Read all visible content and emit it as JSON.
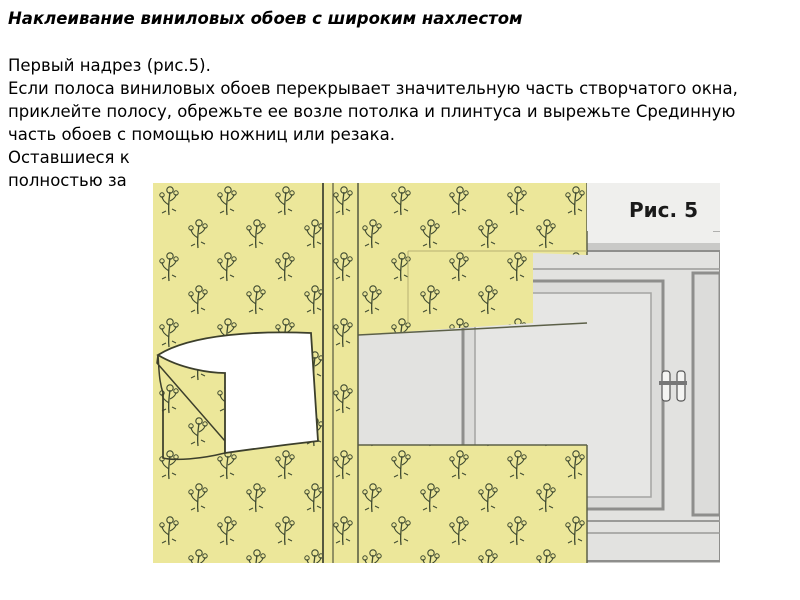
{
  "slide": {
    "title": "Наклеивание виниловых обоев с широким нахлестом",
    "paragraphs": [
      "Первый надрез (рис.5).",
      "Если полоса виниловых обоев перекрывает значительную часть створчатого окна,",
      "приклейте полосу, обрежьте ее возле потолка и плинтуса и вырежьте Срединную часть обоев с помощью ножниц или резака.",
      "Оставшиеся к",
      "полностью за"
    ]
  },
  "figure": {
    "label": "Рис. 5",
    "wallpaper_color": "#ece79a",
    "motif_color": "#3f4a30",
    "window_frame_color": "#9a9a98",
    "window_glass_color": "#d8d8d6",
    "wall_color": "#efefed",
    "icons": [
      "flower-motif-icon",
      "window-handle-icon",
      "curled-wallpaper-flap-icon"
    ]
  }
}
